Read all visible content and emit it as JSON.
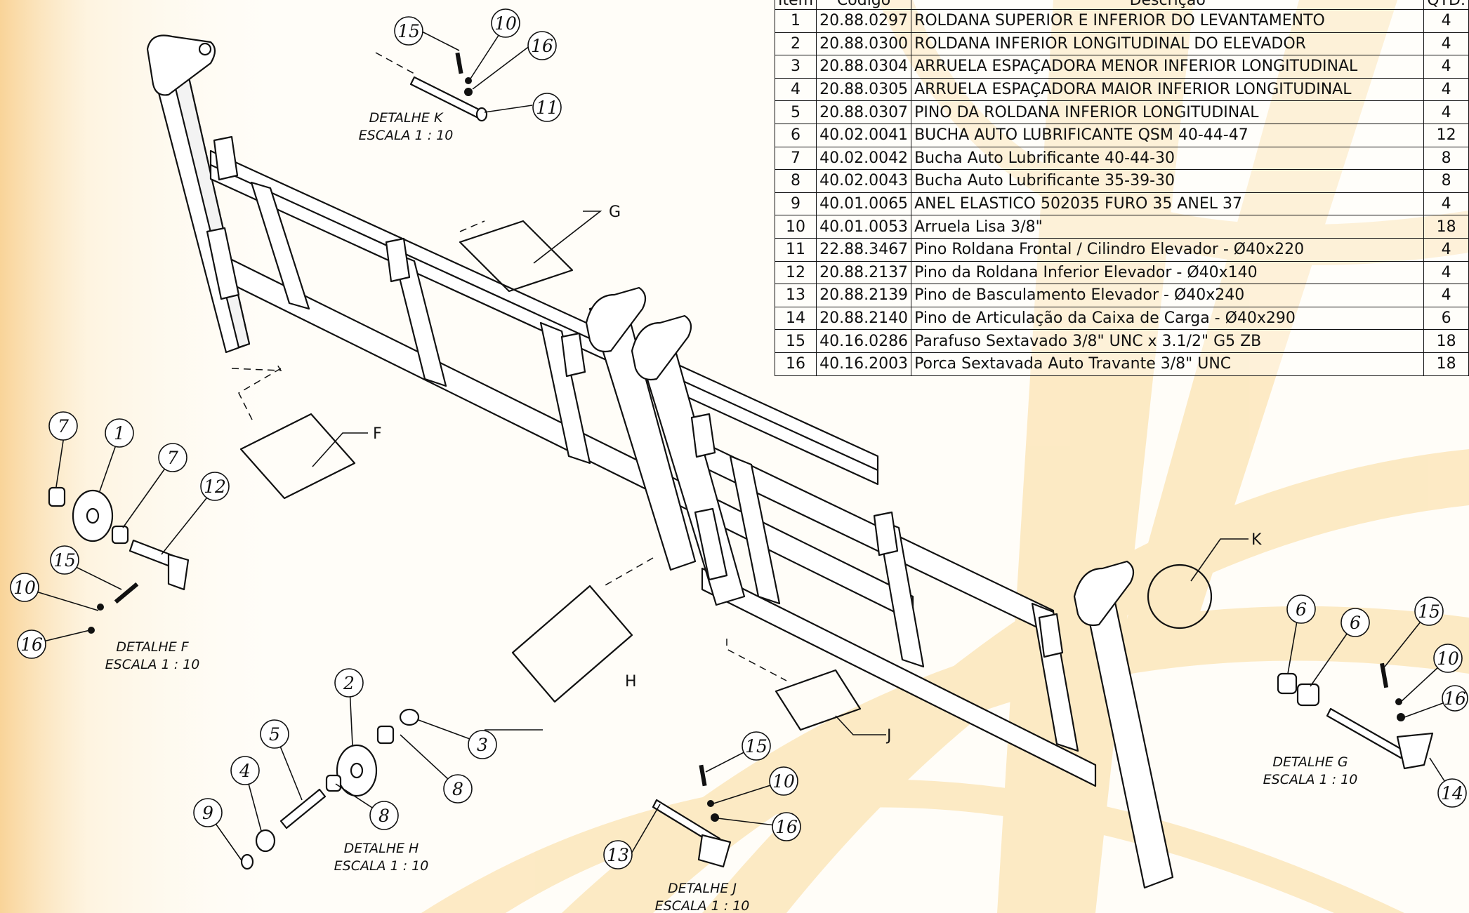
{
  "bom": {
    "headers": [
      "Item",
      "Código",
      "Descrição",
      "QTD."
    ],
    "rows": [
      {
        "item": "1",
        "code": "20.88.0297",
        "desc": "ROLDANA SUPERIOR E INFERIOR DO LEVANTAMENTO",
        "qty": "4"
      },
      {
        "item": "2",
        "code": "20.88.0300",
        "desc": "ROLDANA INFERIOR LONGITUDINAL DO ELEVADOR",
        "qty": "4"
      },
      {
        "item": "3",
        "code": "20.88.0304",
        "desc": "ARRUELA ESPAÇADORA MENOR INFERIOR LONGITUDINAL",
        "qty": "4"
      },
      {
        "item": "4",
        "code": "20.88.0305",
        "desc": "ARRUELA ESPAÇADORA MAIOR INFERIOR LONGITUDINAL",
        "qty": "4"
      },
      {
        "item": "5",
        "code": "20.88.0307",
        "desc": "PINO DA ROLDANA INFERIOR LONGITUDINAL",
        "qty": "4"
      },
      {
        "item": "6",
        "code": "40.02.0041",
        "desc": "BUCHA AUTO LUBRIFICANTE QSM 40-44-47",
        "qty": "12"
      },
      {
        "item": "7",
        "code": "40.02.0042",
        "desc": "Bucha Auto Lubrificante 40-44-30",
        "qty": "8"
      },
      {
        "item": "8",
        "code": "40.02.0043",
        "desc": "Bucha Auto Lubrificante 35-39-30",
        "qty": "8"
      },
      {
        "item": "9",
        "code": "40.01.0065",
        "desc": "ANEL ELASTICO 502035 FURO 35 ANEL 37",
        "qty": "4"
      },
      {
        "item": "10",
        "code": "40.01.0053",
        "desc": "Arruela Lisa 3/8\"",
        "qty": "18"
      },
      {
        "item": "11",
        "code": "22.88.3467",
        "desc": "Pino Roldana Frontal / Cilindro Elevador - Ø40x220",
        "qty": "4"
      },
      {
        "item": "12",
        "code": "20.88.2137",
        "desc": "Pino da Roldana Inferior Elevador - Ø40x140",
        "qty": "4"
      },
      {
        "item": "13",
        "code": "20.88.2139",
        "desc": "Pino de Basculamento Elevador - Ø40x240",
        "qty": "4"
      },
      {
        "item": "14",
        "code": "20.88.2140",
        "desc": "Pino de Articulação da Caixa de Carga - Ø40x290",
        "qty": "6"
      },
      {
        "item": "15",
        "code": "40.16.0286",
        "desc": "Parafuso Sextavado 3/8\" UNC x 3.1/2\" G5 ZB",
        "qty": "18"
      },
      {
        "item": "16",
        "code": "40.16.2003",
        "desc": "Porca Sextavada Auto Travante 3/8\" UNC",
        "qty": "18"
      }
    ]
  },
  "details": {
    "K": {
      "title": "DETALHE K",
      "scale": "ESCALA 1 : 10"
    },
    "F": {
      "title": "DETALHE F",
      "scale": "ESCALA 1 : 10"
    },
    "H": {
      "title": "DETALHE H",
      "scale": "ESCALA 1 : 10"
    },
    "J": {
      "title": "DETALHE J",
      "scale": "ESCALA 1 : 10"
    },
    "G": {
      "title": "DETALHE G",
      "scale": "ESCALA 1 : 10"
    }
  },
  "view_letters": {
    "G": "G",
    "F": "F",
    "H": "H",
    "J": "J",
    "K": "K"
  },
  "balloons": {
    "k15": "15",
    "k10": "10",
    "k16": "16",
    "k11": "11",
    "f7a": "7",
    "f1": "1",
    "f7b": "7",
    "f12": "12",
    "f15": "15",
    "f10": "10",
    "f16": "16",
    "h2": "2",
    "h5": "5",
    "h4": "4",
    "h9": "9",
    "h3": "3",
    "h8a": "8",
    "h8b": "8",
    "j15": "15",
    "j10": "10",
    "j16": "16",
    "j13": "13",
    "g6a": "6",
    "g6b": "6",
    "g15": "15",
    "g10": "10",
    "g16": "16",
    "g14": "14"
  },
  "colors": {
    "background": "#fffdf8",
    "watermark": "#f7c35a",
    "ink": "#111111"
  }
}
